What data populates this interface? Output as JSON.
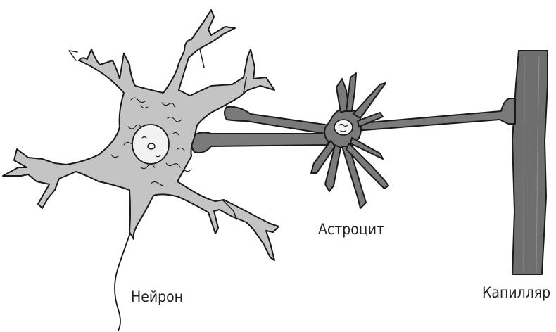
{
  "labels": {
    "neuron": "Нейрон",
    "astrocyte": "Астроцит",
    "capillary": "Капилляр"
  },
  "colors": {
    "outline": "#1a1a1a",
    "neuron_fill": "#c4c4c4",
    "astrocyte_fill": "#7a7a7a",
    "capillary_fill": "#6e6e6e",
    "nucleus_fill": "#f2f2f2"
  }
}
